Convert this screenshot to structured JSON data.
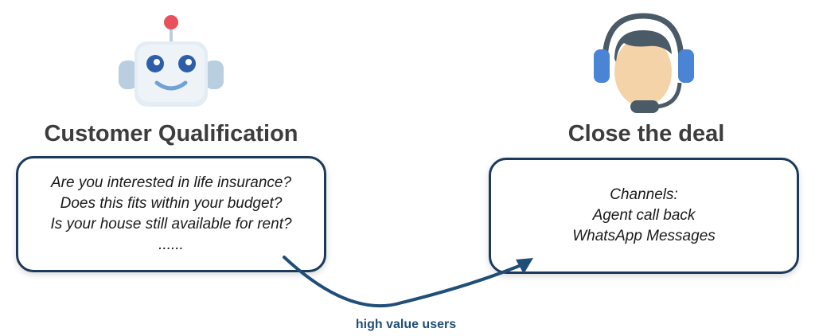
{
  "left": {
    "icon": "robot-icon",
    "title": "Customer Qualification",
    "lines": [
      "Are you interested in life insurance?",
      "Does this fits within your budget?",
      "Is your house still available for rent?",
      "......"
    ]
  },
  "right": {
    "icon": "headset-agent-icon",
    "title": "Close the deal",
    "lines": [
      "Channels:",
      "Agent call back",
      "WhatsApp Messages"
    ]
  },
  "flow": {
    "icon": "curved-arrow-icon",
    "label": "high value users",
    "color": "#1f4e79"
  },
  "colors": {
    "card_border": "#1b3a5c",
    "title_text": "#3d3d3d"
  }
}
